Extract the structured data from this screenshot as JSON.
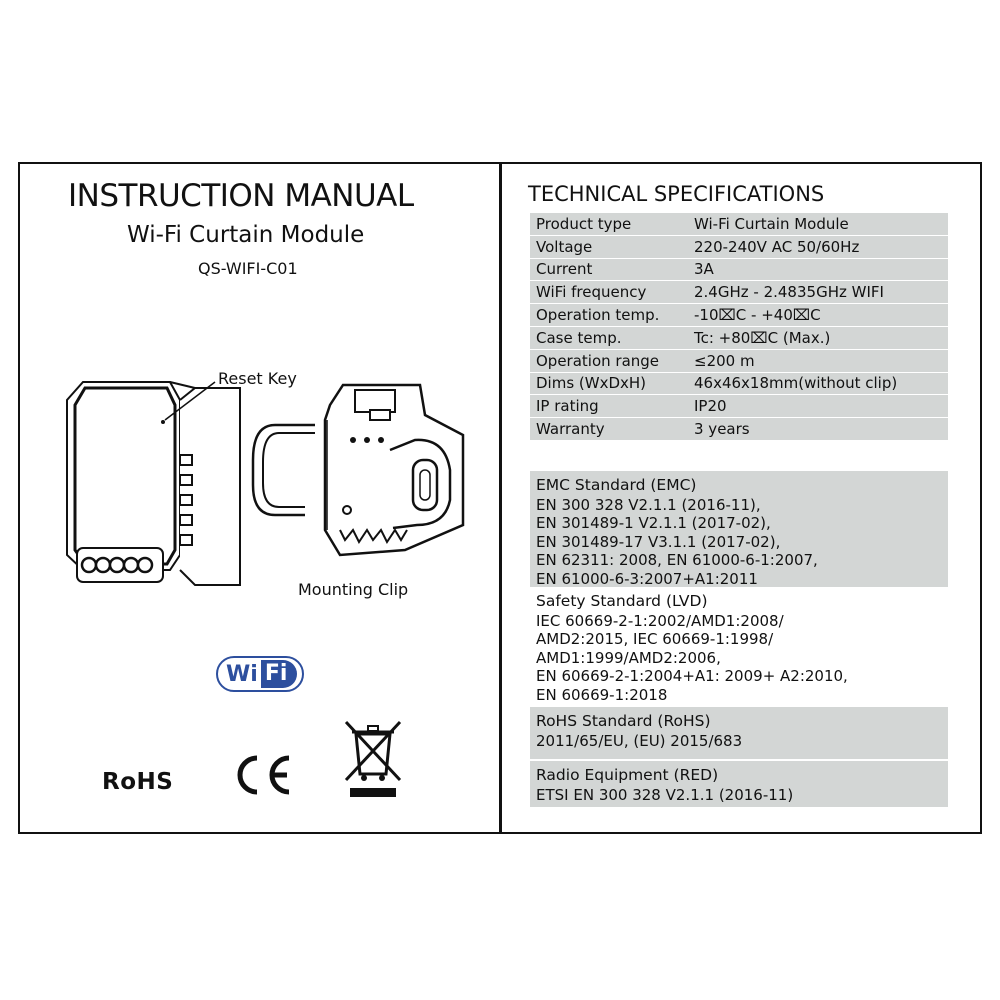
{
  "manual": {
    "title": "INSTRUCTION MANUAL",
    "subtitle": "Wi-Fi Curtain Module",
    "model": "QS-WIFI-C01",
    "reset_key_label": "Reset Key",
    "mounting_clip_label": "Mounting Clip",
    "wifi_logo": {
      "wi": "Wi",
      "fi": "Fi"
    },
    "rohs_logo": "RoHS",
    "colors": {
      "wifi_blue": "#2d4f9e",
      "table_shade": "#d3d6d5"
    }
  },
  "specs": {
    "title": "TECHNICAL SPECIFICATIONS",
    "rows": [
      {
        "key": "Product type",
        "value": "Wi-Fi Curtain Module"
      },
      {
        "key": "Voltage",
        "value": "220-240V AC 50/60Hz"
      },
      {
        "key": "Current",
        "value": "3A"
      },
      {
        "key": "WiFi frequency",
        "value": "2.4GHz - 2.4835GHz WIFI"
      },
      {
        "key": "Operation temp.",
        "value": "-10⌧C - +40⌧C"
      },
      {
        "key": "Case temp.",
        "value": "Tc: +80⌧C (Max.)"
      },
      {
        "key": "Operation range",
        "value": "≤200 m"
      },
      {
        "key": "Dims (WxDxH)",
        "value": "46x46x18mm(without clip)"
      },
      {
        "key": "IP rating",
        "value": "IP20"
      },
      {
        "key": "Warranty",
        "value": "3 years"
      }
    ]
  },
  "standards": [
    {
      "heading": "EMC Standard (EMC)",
      "body": "EN 300 328 V2.1.1 (2016-11),\nEN 301489-1 V2.1.1 (2017-02),\nEN 301489-17 V3.1.1 (2017-02),\nEN 62311: 2008, EN 61000-6-1:2007,\nEN 61000-6-3:2007+A1:2011"
    },
    {
      "heading": "Safety Standard (LVD)",
      "body": "IEC 60669-2-1:2002/AMD1:2008/\nAMD2:2015, IEC 60669-1:1998/\nAMD1:1999/AMD2:2006,\nEN 60669-2-1:2004+A1: 2009+ A2:2010,\nEN 60669-1:2018"
    },
    {
      "heading": "RoHS Standard (RoHS)",
      "body": "2011/65/EU, (EU) 2015/683"
    },
    {
      "heading": "Radio Equipment (RED)",
      "body": "ETSI EN 300 328 V2.1.1 (2016-11)"
    }
  ]
}
